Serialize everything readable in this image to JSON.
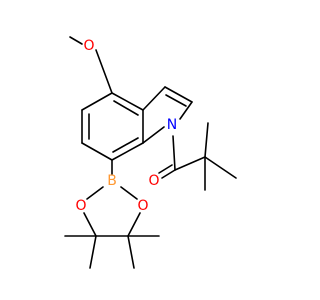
{
  "colors": {
    "bond": "#000000",
    "carbon": "#000000",
    "oxygen": "#ff0000",
    "nitrogen": "#0000ff",
    "boron": "#ff9933"
  },
  "atoms": {
    "o_methoxy": "O",
    "n_indole": "N",
    "b_boronate": "B",
    "o_ring_left": "O",
    "o_ring_right": "O",
    "o_carbonyl": "O"
  }
}
